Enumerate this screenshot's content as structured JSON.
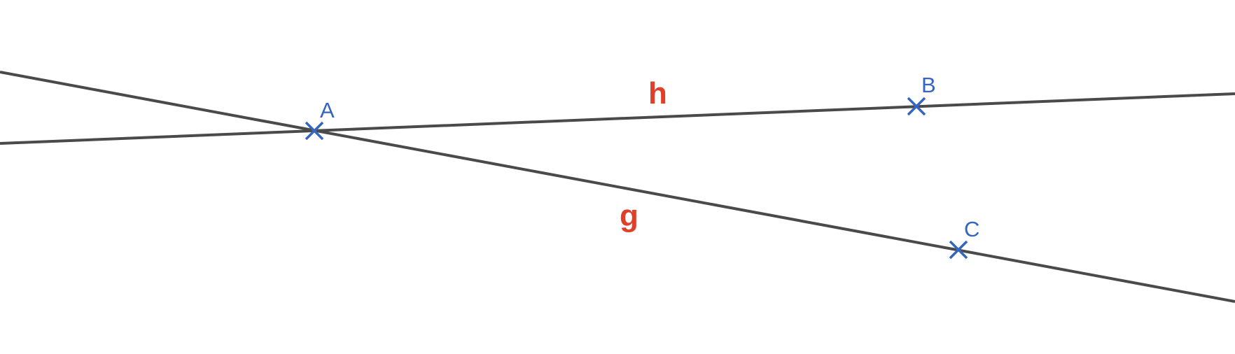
{
  "colors": {
    "background": "#ffffff",
    "line": "#4a4a4a",
    "point": "#3465c0",
    "line_label": "#e0402a"
  },
  "lines": [
    {
      "id": "g",
      "label": "g",
      "through": [
        "A",
        "C"
      ]
    },
    {
      "id": "h",
      "label": "h",
      "through": [
        "A",
        "B"
      ]
    }
  ],
  "points": [
    {
      "id": "A",
      "label": "A"
    },
    {
      "id": "B",
      "label": "B"
    },
    {
      "id": "C",
      "label": "C"
    }
  ]
}
